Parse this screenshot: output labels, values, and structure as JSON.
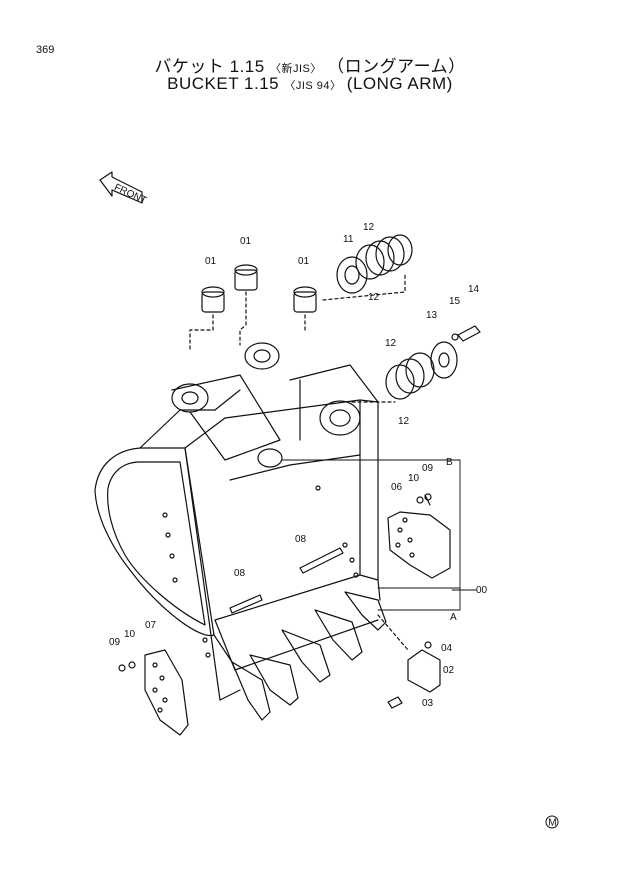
{
  "page_number": "369",
  "title_jp": {
    "main": "バケット 1.15",
    "std": "〈新JIS〉",
    "suffix": "（ロングアーム）"
  },
  "title_en": {
    "main": "BUCKET  1.15",
    "std": "〈JIS 94〉",
    "suffix": "(LONG  ARM)"
  },
  "front_label": "FRONT",
  "callouts": {
    "c01a": "01",
    "c01b": "01",
    "c01c": "01",
    "c11": "11",
    "c12a": "12",
    "c12b": "12",
    "c12c": "12",
    "c12d": "12",
    "c13": "13",
    "c14": "14",
    "c15": "15",
    "c09a": "09",
    "c10a": "10",
    "c06": "06",
    "c08a": "08",
    "c08b": "08",
    "c00": "00",
    "cA": "A",
    "cB": "B",
    "c09b": "09",
    "c10b": "10",
    "c07": "07",
    "c04": "04",
    "c02": "02",
    "c03": "03"
  },
  "mark": "M"
}
